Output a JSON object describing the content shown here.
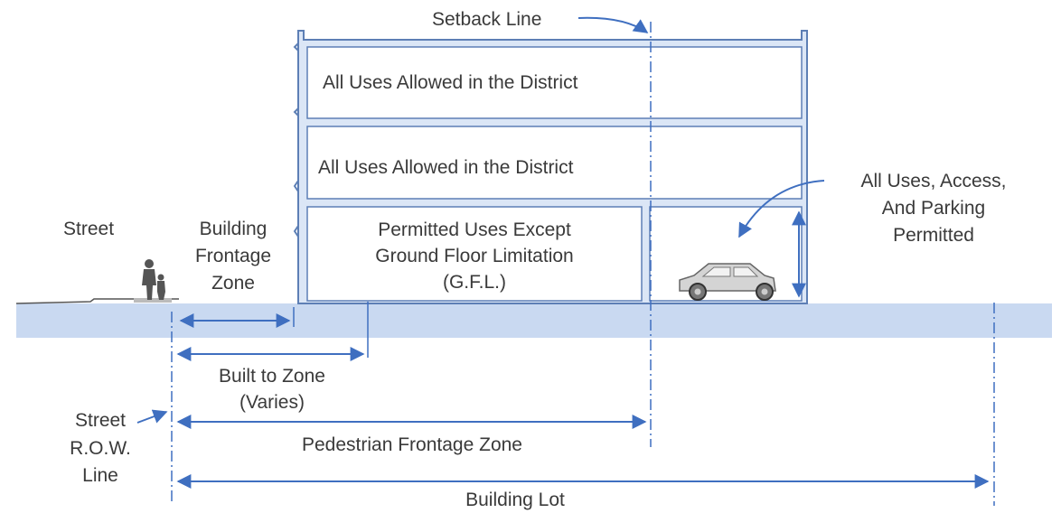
{
  "labels": {
    "setback_line": "Setback Line",
    "upper_floor_1": "All Uses Allowed in the District",
    "upper_floor_2": "All Uses Allowed in the District",
    "ground_floor": {
      "line1": "Permitted Uses Except",
      "line2": "Ground Floor Limitation",
      "line3": "(G.F.L.)"
    },
    "parking_note": {
      "line1": "All Uses, Access,",
      "line2": "And Parking",
      "line3": "Permitted"
    },
    "street": "Street",
    "building_frontage_zone": {
      "line1": "Building",
      "line2": "Frontage",
      "line3": "Zone"
    },
    "built_to_zone": {
      "line1": "Built to Zone",
      "line2": "(Varies)"
    },
    "street_row_line": {
      "line1": "Street",
      "line2": "R.O.W.",
      "line3": "Line"
    },
    "pedestrian_frontage_zone": "Pedestrian Frontage Zone",
    "building_lot": "Building Lot"
  },
  "colors": {
    "ground_fill": "#c9d9f1",
    "building_fill": "#dbe6f6",
    "building_stroke": "#5d7fb5",
    "dimension_line": "#3f6fc0",
    "text": "#3a3a3a"
  }
}
